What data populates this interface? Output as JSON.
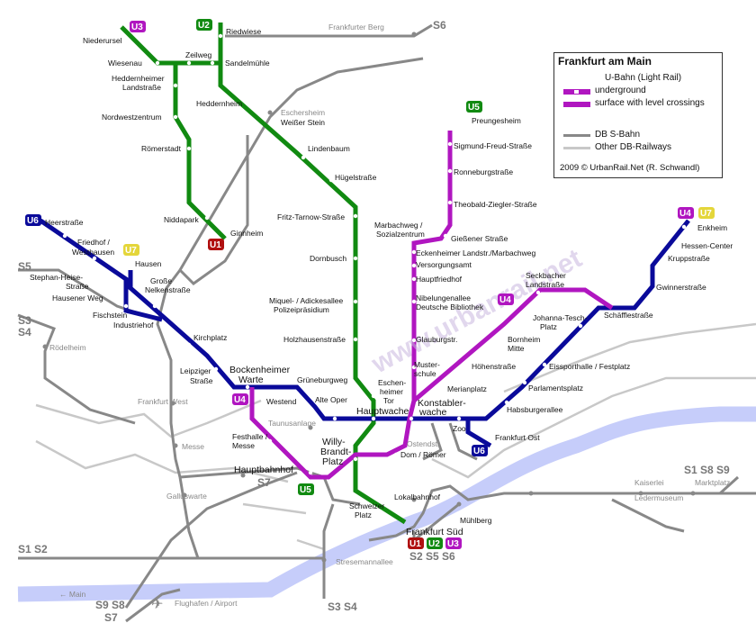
{
  "map_title": "Frankfurt am Main",
  "legend": {
    "ubahn": "U-Bahn (Light Rail)",
    "underground": "underground",
    "surface": "surface with level crossings",
    "sbahn": "DB S-Bahn",
    "other": "Other DB-Railways",
    "credit": "2009 © UrbanRail.Net (R. Schwandl)"
  },
  "colors": {
    "u1_u2_u3": "#118a11",
    "u4_u5_u6_u7": "#1e1ea6",
    "u4_purple": "#b016c0",
    "u6_blue": "#0a0a9a",
    "u7": "#e4d63a",
    "s_bahn": "#888888",
    "other_rail": "#c8c8c8",
    "river": "#c6cdfa",
    "u1_badge": "#b01010"
  },
  "line_badges": {
    "u1": "U1",
    "u2": "U2",
    "u3": "U3",
    "u4": "U4",
    "u5": "U5",
    "u6": "U6",
    "u7": "U7"
  },
  "sbahn_labels": {
    "s6_top": "S6",
    "s5_west": "S5",
    "s3_s4_west_1": "S3",
    "s3_s4_west_2": "S4",
    "s1_s2_west": "S1 S2",
    "s9_s8_1": "S9 S8",
    "s7": "S7",
    "s3_s4_south": "S3 S4",
    "s2_s5_s6": "S2  S5  S6",
    "hbf_s7": "S7",
    "east": "S1  S8  S9"
  },
  "stations": {
    "niederursel": "Niederursel",
    "riedwiese": "Riedwiese",
    "wiesenau": "Wiesenau",
    "zeilweg": "Zeilweg",
    "sandelmuehle": "Sandelmühle",
    "frankfurter_berg": "Frankfurter Berg",
    "heddernheimer_1": "Heddernheimer",
    "heddernheimer_2": "Landstraße",
    "heddernheim": "Heddernheim",
    "eschersheim": "Eschersheim",
    "weisser_stein": "Weißer Stein",
    "nordwestzentrum": "Nordwestzentrum",
    "lindenbaum": "Lindenbaum",
    "roemerstadt": "Römerstadt",
    "huegelstrasse": "Hügelstraße",
    "niddapark": "Niddapark",
    "ginnheim": "Ginnheim",
    "fritz_tarnow": "Fritz-Tarnow-Straße",
    "heerstrasse": "Heerstraße",
    "friedhof_1": "Friedhof /",
    "friedhof_2": "Westhausen",
    "s5_dot": "",
    "stephan_1": "Stephan-Heise-",
    "stephan_2": "Straße",
    "hausen": "Hausen",
    "grosse_1": "Große",
    "grosse_2": "Nelkenstraße",
    "hausener_weg": "Hausener Weg",
    "fischstein": "Fischstein",
    "industriehof": "Industriehof",
    "dornbusch": "Dornbusch",
    "miquel_1": "Miquel- / Adickesallee",
    "miquel_2": "Polizeipräsidium",
    "holzhausen": "Holzhausenstraße",
    "roedelheim": "Rödelheim",
    "kirchplatz": "Kirchplatz",
    "leipziger_1": "Leipziger",
    "leipziger_2": "Straße",
    "bockenheimer_1": "Bockenheimer",
    "bockenheimer_2": "Warte",
    "grueneburgweg": "Grüneburgweg",
    "eschenheimer_1": "Eschen-",
    "eschenheimer_2": "heimer",
    "eschenheimer_3": "Tor",
    "westend": "Westend",
    "alte_oper": "Alte Oper",
    "hauptwache": "Hauptwache",
    "konstablerwache_1": "Konstabler-",
    "konstablerwache_2": "wache",
    "frankfurt_west": "Frankfurt West",
    "taunusanlage": "Taunusanlage",
    "messe": "Messe",
    "festhalle_1": "Festhalle /",
    "festhalle_2": "Messe",
    "willy_1": "Willy-",
    "willy_2": "Brandt-",
    "willy_3": "Platz",
    "ostendstr": "Ostendstr.",
    "dom_roemer": "Dom / Römer",
    "zoo": "Zoo",
    "frankfurt_ost": "Frankfurt Ost",
    "hauptbahnhof": "Hauptbahnhof",
    "galluswarte": "Galluswarte",
    "lokalbahnhof": "Lokalbahnhof",
    "schweizer_1": "Schweizer",
    "schweizer_2": "Platz",
    "frankfurt_sued": "Frankfurt Süd",
    "muehlberg": "Mühlberg",
    "stresemannallee": "Stresemannallee",
    "kaiserlei": "Kaiserlei",
    "ledermuseum": "Ledermuseum",
    "marktplatz": "Marktplatz",
    "main": "← Main",
    "flughafen": "Flughafen / Airport",
    "preungesheim": "Preungesheim",
    "sigmund_freud": "Sigmund-Freud-Straße",
    "ronneburg": "Ronneburgstraße",
    "theobald": "Theobald-Ziegler-Straße",
    "marbachweg_1": "Marbachweg /",
    "marbachweg_2": "Sozialzentrum",
    "giessener": "Gießener Straße",
    "eckenheimer": "Eckenheimer Landstr./Marbachweg",
    "versorgungsamt": "Versorgungsamt",
    "hauptfriedhof": "Hauptfriedhof",
    "nibelungen_1": "Nibelungenallee",
    "nibelungen_2": "Deutsche Bibliothek",
    "glauburg": "Glauburgstr.",
    "muster_1": "Muster-",
    "muster_2": "schule",
    "merianplatz": "Merianplatz",
    "hoehenstrasse": "Höhenstraße",
    "bornheim_1": "Bornheim",
    "bornheim_2": "Mitte",
    "seckbacher_1": "Seckbacher",
    "seckbacher_2": "Landstraße",
    "johanna_1": "Johanna-Tesch-",
    "johanna_2": "Platz",
    "schaeffle": "Schäfflestraße",
    "eissporthalle": "Eissporthalle / Festplatz",
    "parlamentsplatz": "Parlamentsplatz",
    "habsburger": "Habsburgerallee",
    "enkheim": "Enkheim",
    "hessen_center": "Hessen-Center",
    "kruppstrasse": "Kruppstraße",
    "gwinner": "Gwinnerstraße"
  },
  "watermark": "www.urbanrail.net"
}
